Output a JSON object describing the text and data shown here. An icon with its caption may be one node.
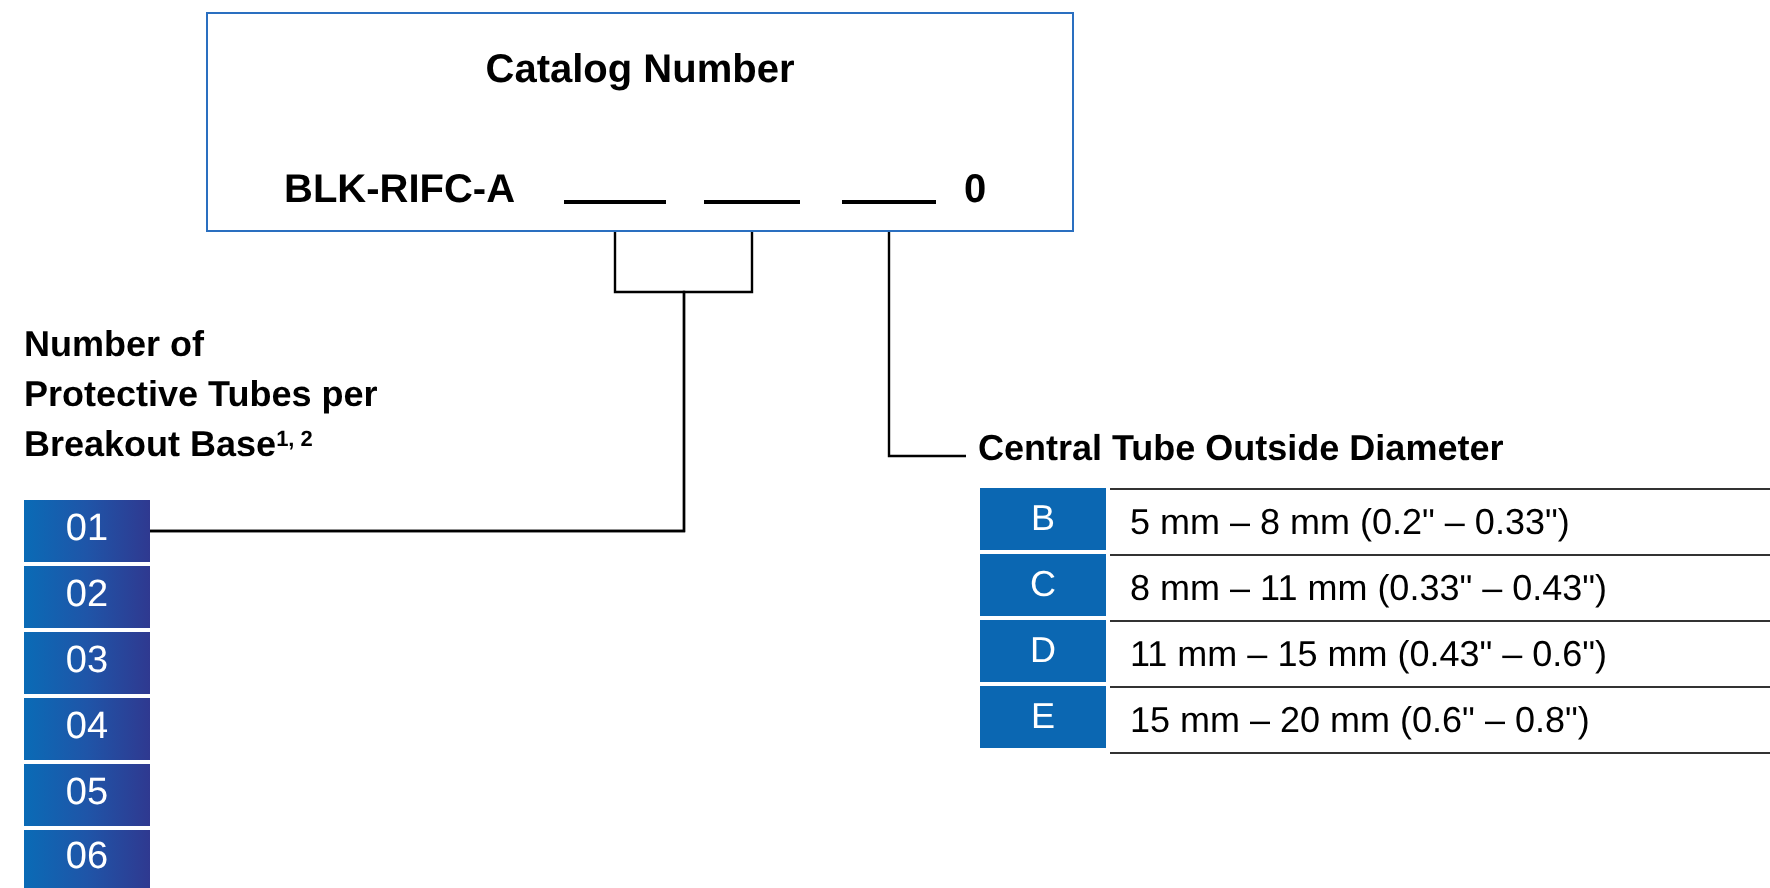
{
  "diagram": {
    "nodes": [
      {
        "text": [
          "Catalog Number",
          "BLK-RIFC-A",
          "0"
        ]
      },
      {
        "text": [],
        "shape": "bar",
        "in": 0
      },
      {
        "text": [],
        "shape": "bar",
        "in": 0
      },
      {
        "text": [],
        "shape": "bar",
        "in": 0
      },
      {
        "text": [
          "Number of Protective Tubes per Breakout Base$^{1, 2}$"
        ]
      },
      {
        "text": [
          "01"
        ]
      },
      {
        "text": [
          "02"
        ]
      },
      {
        "text": [
          "03"
        ]
      },
      {
        "text": [
          "04"
        ]
      },
      {
        "text": [
          "05"
        ]
      },
      {
        "text": [
          "06"
        ]
      },
      {
        "text": [
          "Central Tube Outside Diameter"
        ]
      }
    ],
    "edges": [
      {
        "from": 1,
        "to": 5,
        "arrow": "none"
      },
      {
        "from": 2,
        "to": 5,
        "arrow": "none"
      },
      {
        "from": 3,
        "to": 11,
        "arrow": "none"
      }
    ],
    "labels": [
      "B",
      "5 mm – 8 mm (0.2\" – 0.33\")",
      "C",
      "8 mm – 11 mm (0.33\" – 0.43\")",
      "D",
      "11 mm – 15 mm (0.43\" – 0.6\")",
      "E",
      "15 mm – 20 mm (0.6\" – 0.8\")"
    ]
  }
}
